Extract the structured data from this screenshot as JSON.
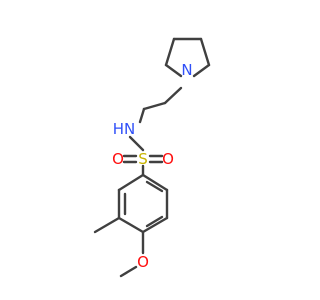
{
  "molecule": {
    "atoms": {
      "pyrrolidine_n": {
        "symbol": "N",
        "color": "#3050f8"
      },
      "sulfonamide_nh": {
        "symbol": "N",
        "suffix": "H",
        "color": "#3050f8"
      },
      "sulfur": {
        "symbol": "S",
        "color": "#c8b400"
      },
      "oxygen_left": {
        "symbol": "O",
        "color": "#ff0d0d"
      },
      "oxygen_right": {
        "symbol": "O",
        "color": "#ff0d0d"
      },
      "methoxy_o": {
        "symbol": "O",
        "color": "#ff0d0d"
      }
    },
    "bond_color": "#404040"
  }
}
